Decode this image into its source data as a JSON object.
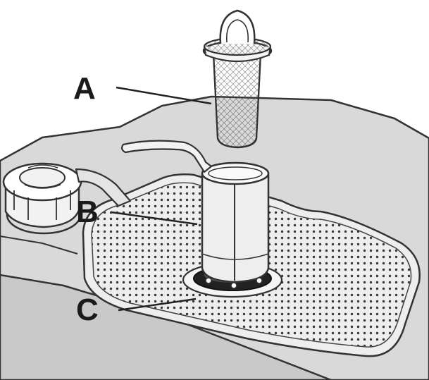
{
  "callouts": {
    "a": "A",
    "b": "B",
    "c": "C"
  },
  "colors": {
    "outline": "#333333",
    "surface": "#d9d9d9",
    "front_panel": "#c9c9c9",
    "filter_tray": "#e6e6e6",
    "perforation_dot": "#3a3a3a",
    "cylinder_glass": "#eeeeee",
    "mesh": "#555555",
    "background": "#ffffff"
  }
}
